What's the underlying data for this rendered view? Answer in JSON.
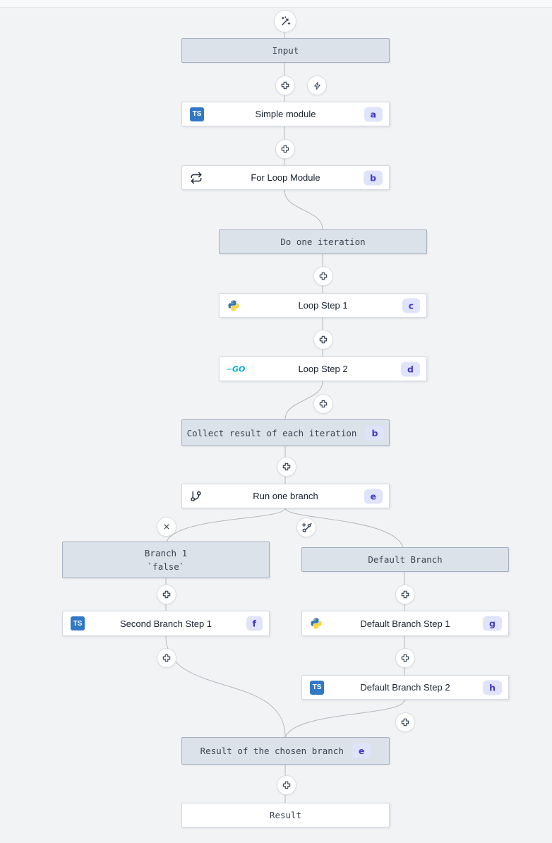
{
  "app": {
    "name": "flow-editor-canvas"
  },
  "colors": {
    "canvas_bg": "#f2f3f5",
    "virtual_node_bg": "#dbe2ea",
    "virtual_node_border": "#a7b1bf",
    "module_node_bg": "#ffffff",
    "edge": "#b3b7bd",
    "badge_bg": "#dfe4fb",
    "badge_text": "#4338ca",
    "typescript_blue": "#3178c6",
    "go_cyan": "#00acd7",
    "python_blue": "#3776ab",
    "python_yellow": "#ffd43b",
    "icon_stroke": "#333f4f"
  },
  "icons": {
    "top": "wand-sparkles-icon",
    "insert": "plus-icon",
    "trigger": "bolt-icon",
    "remove_branch": "x-icon",
    "add_branch": "branch-plus-icon"
  },
  "nodes": {
    "input": {
      "label": "Input"
    },
    "simple_module": {
      "label": "Simple module",
      "badge": "a",
      "icon_text": "TS"
    },
    "for_loop": {
      "label": "For Loop Module",
      "badge": "b"
    },
    "do_one_iteration": {
      "label": "Do one iteration"
    },
    "loop_step_1": {
      "label": "Loop Step 1",
      "badge": "c"
    },
    "loop_step_2": {
      "label": "Loop Step 2",
      "badge": "d",
      "icon_text": "GO"
    },
    "collect_result": {
      "label": "Collect result of each iteration",
      "badge": "b"
    },
    "run_one_branch": {
      "label": "Run one branch",
      "badge": "e"
    },
    "branch_1": {
      "label_line1": "Branch 1",
      "label_line2": "`false`"
    },
    "default_branch": {
      "label": "Default Branch"
    },
    "second_branch_step_1": {
      "label": "Second Branch Step 1",
      "badge": "f",
      "icon_text": "TS"
    },
    "default_branch_step_1": {
      "label": "Default Branch Step 1",
      "badge": "g"
    },
    "default_branch_step_2": {
      "label": "Default Branch Step 2",
      "badge": "h",
      "icon_text": "TS"
    },
    "result_of_chosen_branch": {
      "label": "Result of the chosen branch",
      "badge": "e"
    },
    "result": {
      "label": "Result"
    }
  }
}
